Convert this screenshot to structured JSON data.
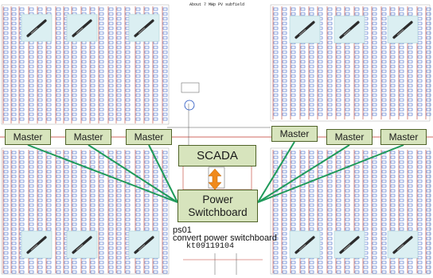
{
  "drawing": {
    "title": "About 7 MWp PV subfield"
  },
  "masters": [
    "Master",
    "Master",
    "Master",
    "Master",
    "Master",
    "Master"
  ],
  "scada": {
    "label": "SCADA"
  },
  "power_switchboard": {
    "line1": "Power",
    "line2": "Switchboard"
  },
  "annotation": {
    "code": "ps01",
    "caption": "convert power switchboard",
    "ref": "kt09119104"
  },
  "colors": {
    "wiring": "#c0392b",
    "panel": "#1f4fbf",
    "frame": "#777777",
    "box_fill": "#d7e4bd",
    "box_border": "#4f6228",
    "link": "#1f9a5a",
    "arrow": "#f08a1c",
    "icon_bg": "#dbeff2"
  }
}
